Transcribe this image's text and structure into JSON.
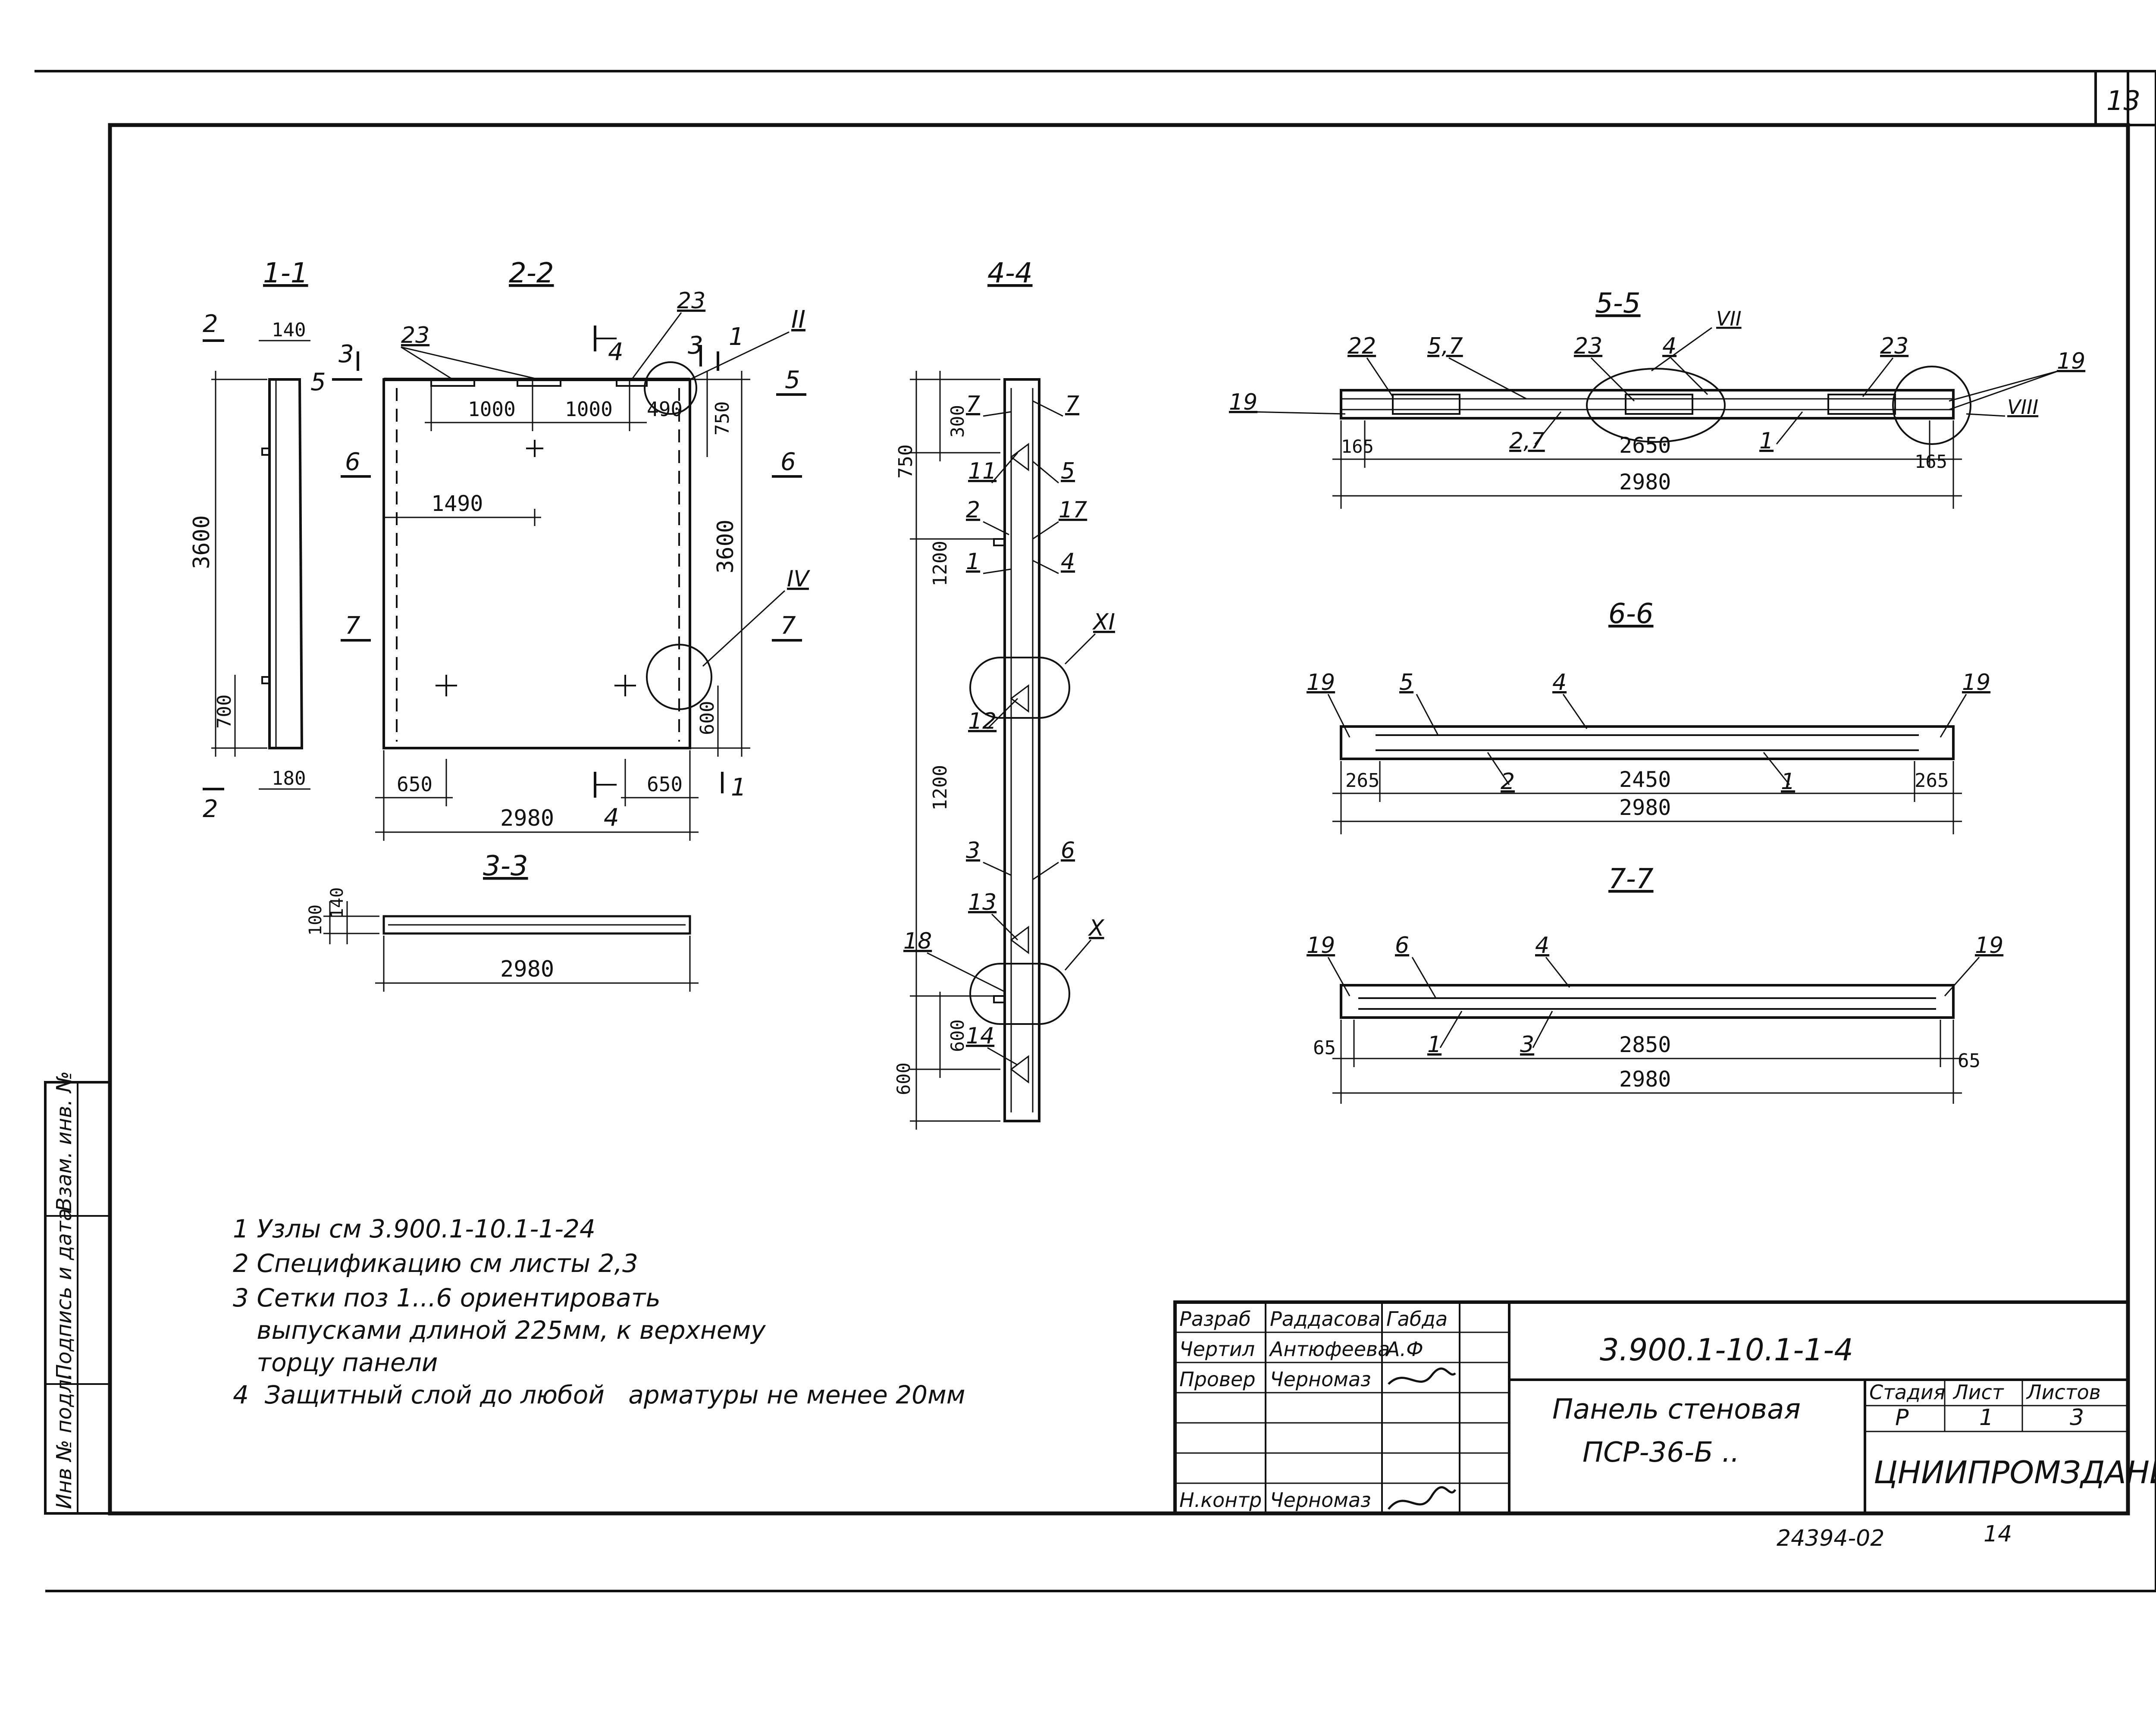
{
  "sheet": {
    "corner_number": "13",
    "bottom_left_number": "24394-02",
    "bottom_right_number": "14"
  },
  "side_stamp": {
    "cell1": "Инв № подл.",
    "cell2": "Подпись и дата",
    "cell3": "Взам. инв. №"
  },
  "sections": {
    "s11": {
      "title": "1-1",
      "labels": {
        "cut_top": "2",
        "cut_bottom": "2",
        "w_top": "140",
        "height": "3600",
        "h_small": "700",
        "w_bottom": "180"
      }
    },
    "s22": {
      "title": "2-2",
      "labels": {
        "c3": "3",
        "c5l": "5",
        "c6l": "6",
        "c7l": "7",
        "c3r": "3",
        "c1t": "1",
        "c1b": "1",
        "c5r": "5",
        "c6r": "6",
        "c7r": "7",
        "c4t": "4",
        "c4b": "4",
        "p23a": "23",
        "p23b": "23",
        "nodeII": "II",
        "nodeIV": "IV",
        "d1000a": "1000",
        "d1000b": "1000",
        "d490": "490",
        "d750": "750",
        "d1490": "1490",
        "d3600": "3600",
        "d600": "600",
        "d650a": "650",
        "d650b": "650",
        "d2980": "2980"
      }
    },
    "s33": {
      "title": "3-3",
      "labels": {
        "d100": "100",
        "d140": "140",
        "d2980": "2980"
      }
    },
    "s44": {
      "title": "4-4",
      "labels": {
        "p7a": "7",
        "p7b": "7",
        "p11": "11",
        "p5": "5",
        "p2": "2",
        "p17": "17",
        "p1": "1",
        "p4": "4",
        "nodeXI": "XI",
        "p12": "12",
        "p3": "3",
        "p6": "6",
        "p13": "13",
        "nodeX": "X",
        "p18": "18",
        "p14": "14",
        "d300": "300",
        "d750": "750",
        "d1200a": "1200",
        "d1200b": "1200",
        "d600a": "600",
        "d600b": "600"
      }
    },
    "s55": {
      "title": "5-5",
      "labels": {
        "p22": "22",
        "p57": "5,7",
        "p23a": "23",
        "p4": "4",
        "p23b": "23",
        "nodeVII": "VII",
        "p19a": "19",
        "p19b": "19",
        "nodeVIII": "VIII",
        "p27": "2,7",
        "p1": "1",
        "d165a": "165",
        "d2650": "2650",
        "d165b": "165",
        "d2980": "2980"
      }
    },
    "s66": {
      "title": "6-6",
      "labels": {
        "p19a": "19",
        "p5": "5",
        "p4": "4",
        "p19b": "19",
        "p2": "2",
        "p1": "1",
        "d265a": "265",
        "d2450": "2450",
        "d265b": "265",
        "d2980": "2980"
      }
    },
    "s77": {
      "title": "7-7",
      "labels": {
        "p19a": "19",
        "p6": "6",
        "p4": "4",
        "p19b": "19",
        "p1": "1",
        "p3": "3",
        "d65a": "65",
        "d2850": "2850",
        "d65b": "65",
        "d2980": "2980"
      }
    }
  },
  "notes": [
    "1  Узлы см 3.900.1-10.1-1-24",
    "2  Спецификацию см листы 2,3",
    "3  Сетки поз 1...6 ориентировать",
    "   выпусками длиной 225мм, к верхнему",
    "   торцу панели",
    "4  Защитный слой до любой   арматуры не менее 20мм"
  ],
  "title_block": {
    "rows": [
      {
        "role": "Разраб",
        "name": "Раддасова",
        "sign": "Габда"
      },
      {
        "role": "Чертил",
        "name": "Антюфеева",
        "sign": "А.Ф"
      },
      {
        "role": "Провер",
        "name": "Черномаз",
        "sign": "подпись"
      },
      {
        "role": "",
        "name": "",
        "sign": ""
      },
      {
        "role": "",
        "name": "",
        "sign": ""
      },
      {
        "role": "",
        "name": "",
        "sign": ""
      },
      {
        "role": "Н.контр",
        "name": "Черномаз",
        "sign": "подпись"
      }
    ],
    "doc_code": "3.900.1-10.1-1-4",
    "item_line1": "Панель стеновая",
    "item_line2": "ПСР-36-Б ..",
    "stage_header": "Стадия",
    "sheet_header": "Лист",
    "sheets_header": "Листов",
    "stage_value": "Р",
    "sheet_value": "1",
    "sheets_value": "3",
    "organization": "ЦНИИПРОМЗДАНИЙ"
  }
}
